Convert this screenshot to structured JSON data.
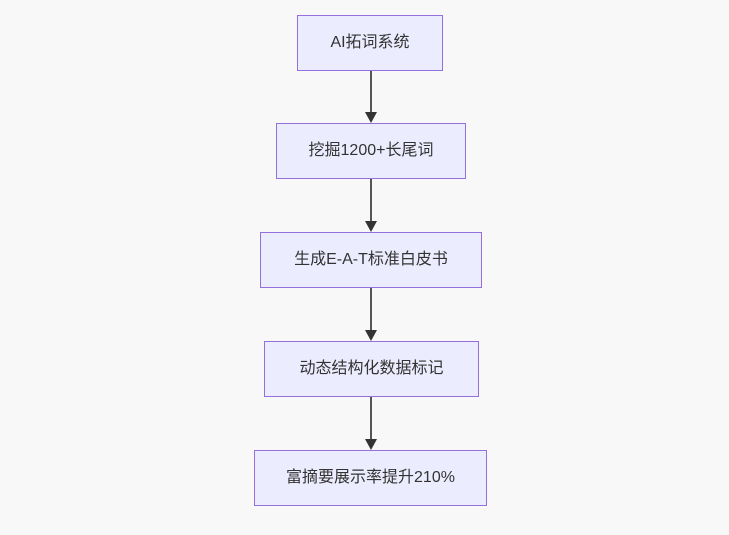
{
  "flowchart": {
    "type": "flowchart",
    "direction": "top-down",
    "nodes": [
      {
        "id": "n1",
        "label": "AI拓词系统"
      },
      {
        "id": "n2",
        "label": "挖掘1200+长尾词"
      },
      {
        "id": "n3",
        "label": "生成E-A-T标准白皮书"
      },
      {
        "id": "n4",
        "label": "动态结构化数据标记"
      },
      {
        "id": "n5",
        "label": "富摘要展示率提升210%"
      }
    ],
    "edges": [
      {
        "from": "n1",
        "to": "n2",
        "arrow": "down"
      },
      {
        "from": "n2",
        "to": "n3",
        "arrow": "down"
      },
      {
        "from": "n3",
        "to": "n4",
        "arrow": "down"
      },
      {
        "from": "n4",
        "to": "n5",
        "arrow": "down"
      }
    ],
    "colors": {
      "background": "#f8f8f8",
      "node_fill": "#ECECFF",
      "node_border": "#9370DB",
      "node_text": "#333333",
      "edge_line": "#555555",
      "arrow_head": "#333333"
    }
  }
}
